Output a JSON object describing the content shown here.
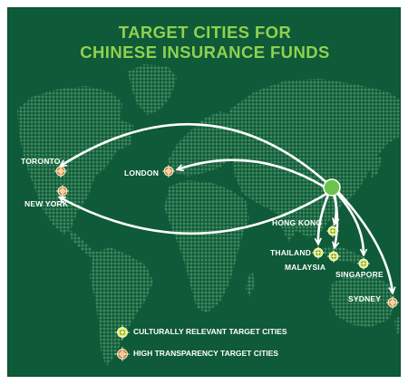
{
  "title": {
    "line1": "TARGET CITIES FOR",
    "line2": "CHINESE INSURANCE FUNDS"
  },
  "colors": {
    "background": "#0f5a38",
    "land": "#3f8a5f",
    "title": "#8fd14f",
    "origin": "#6cc34b",
    "culturally_marker": "#e6ef3f",
    "transparency_marker": "#d98a2d",
    "arrow": "#ffffff"
  },
  "cities": {
    "toronto": "TORONTO",
    "new_york": "NEW YORK",
    "london": "LONDON",
    "hong_kong": "HONG KONG",
    "thailand": "THAILAND",
    "malaysia": "MALAYSIA",
    "singapore": "SINGAPORE",
    "sydney": "SYDNEY"
  },
  "legend": {
    "culturally_relevant": "CULTURALLY RELEVANT TARGET CITIES",
    "high_transparency": "HIGH TRANSPARENCY TARGET CITIES"
  },
  "icons": {
    "target_marker": "crosshair-target-icon",
    "origin": "origin-dot-icon"
  }
}
